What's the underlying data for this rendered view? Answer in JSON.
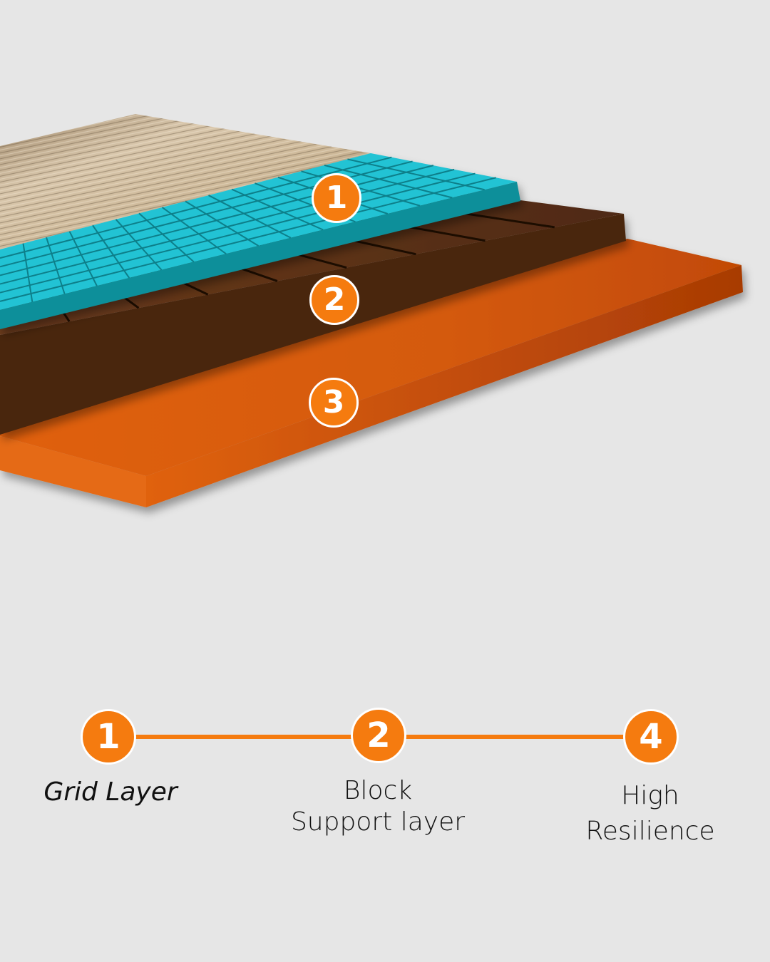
{
  "illustration": {
    "layers": [
      {
        "number": "1",
        "name": "Grid Layer",
        "color": "#1fb8c9"
      },
      {
        "number": "2",
        "name": "Block Support layer",
        "color": "#5a3217"
      },
      {
        "number": "3",
        "name": "High Resilience",
        "color": "#d9560a"
      }
    ],
    "fabric_color": "#c9b498"
  },
  "legend": {
    "accent": "#f57b0f",
    "items": [
      {
        "number": "1",
        "label_line1": "Grid Layer",
        "label_line2": ""
      },
      {
        "number": "2",
        "label_line1": "Block",
        "label_line2": "Support layer"
      },
      {
        "number": "4",
        "label_line1": "High",
        "label_line2": "Resilience"
      }
    ]
  }
}
